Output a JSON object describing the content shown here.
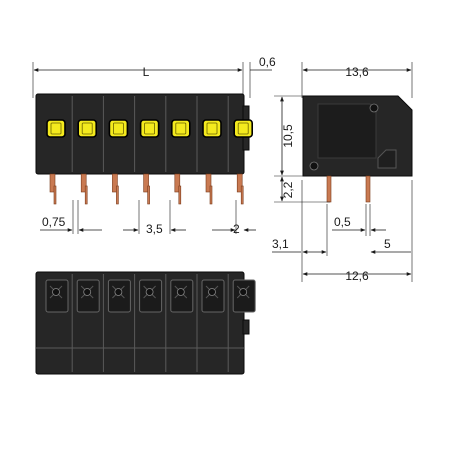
{
  "dimensions": {
    "length": "L",
    "right_offset": "0,6",
    "side_width": "13,6",
    "height": "10,5",
    "pin_length": "2,2",
    "pin_width": "0,75",
    "pitch": "3,5",
    "end_pin_offset": "2",
    "pin_thickness": "0,5",
    "pin_setback_right": "5",
    "pin_setback_left": "3,1",
    "base_depth": "12,6"
  },
  "colors": {
    "housing": "#262626",
    "push_button": "#f4ea1e",
    "pins": "#c97a52"
  },
  "pole_count": 7
}
